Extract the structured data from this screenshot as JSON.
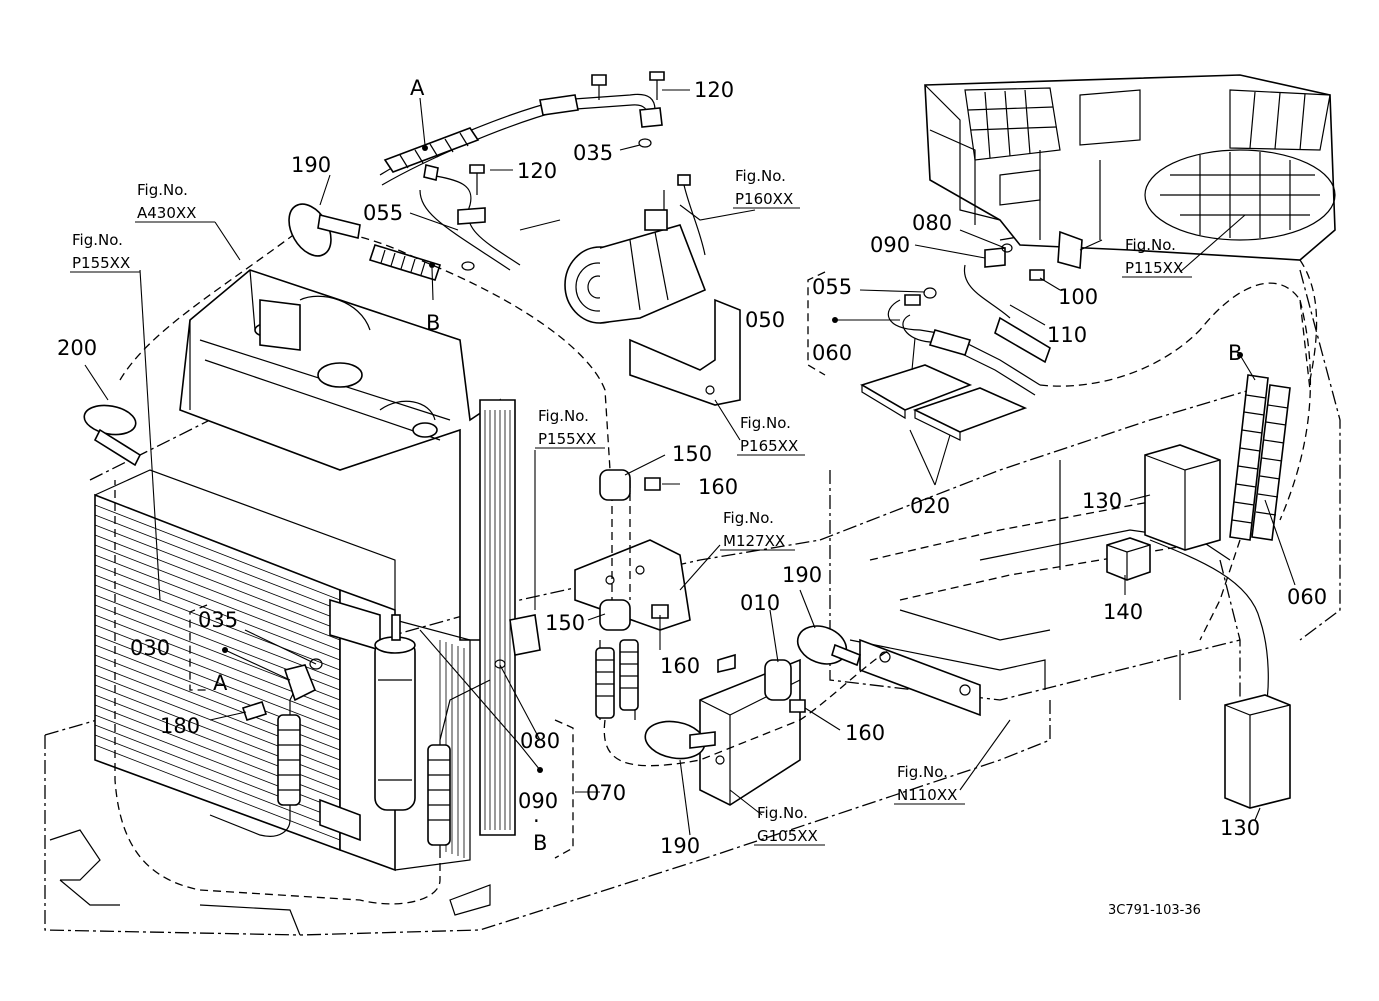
{
  "drawing_code": "3C791-103-36",
  "letters": {
    "A": "A",
    "B": "B",
    "dot": "·"
  },
  "part_labels": {
    "p010": "010",
    "p020": "020",
    "p030": "030",
    "p035": "035",
    "p050": "050",
    "p055": "055",
    "p060": "060",
    "p070": "070",
    "p080": "080",
    "p090": "090",
    "p100": "100",
    "p110": "110",
    "p120": "120",
    "p130": "130",
    "p140": "140",
    "p150": "150",
    "p160": "160",
    "p180": "180",
    "p190": "190",
    "p200": "200"
  },
  "fig_prefix": "Fig.No.",
  "fig_refs": {
    "a430": "A430XX",
    "p155": "P155XX",
    "p160": "P160XX",
    "p165": "P165XX",
    "m127": "M127XX",
    "p115": "P115XX",
    "n110": "N110XX",
    "g105": "G105XX"
  }
}
